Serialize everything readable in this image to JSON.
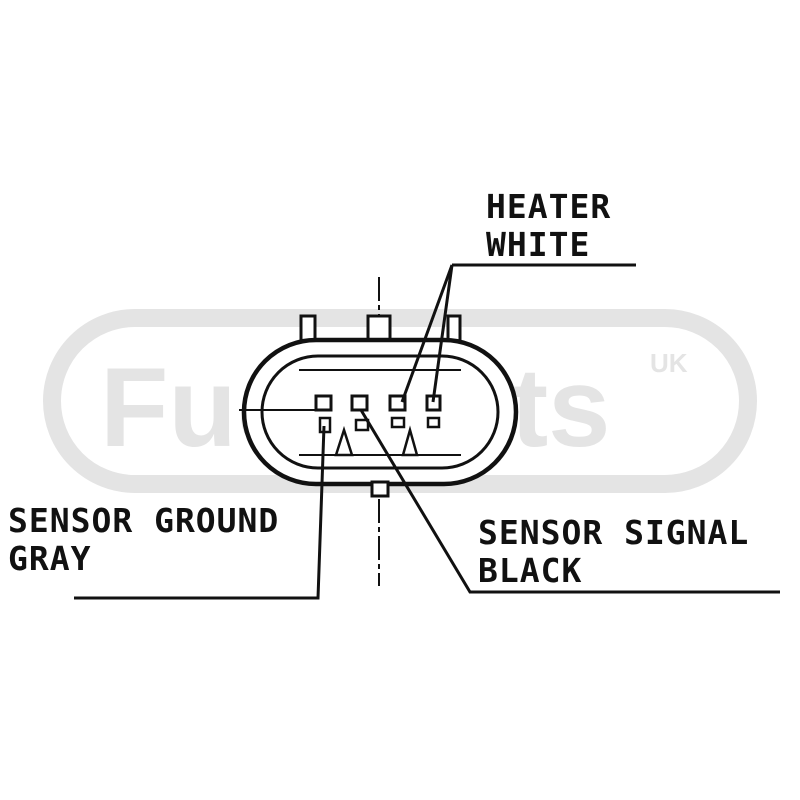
{
  "watermark": {
    "brand": "FuelParts",
    "region": "UK",
    "color": "#e4e4e4"
  },
  "labels": {
    "heater": [
      "HEATER",
      "WHITE"
    ],
    "sensor_ground": [
      "SENSOR GROUND",
      "GRAY"
    ],
    "sensor_signal": [
      "SENSOR SIGNAL",
      "BLACK"
    ]
  },
  "colors": {
    "line": "#111111",
    "background": "#ffffff"
  }
}
